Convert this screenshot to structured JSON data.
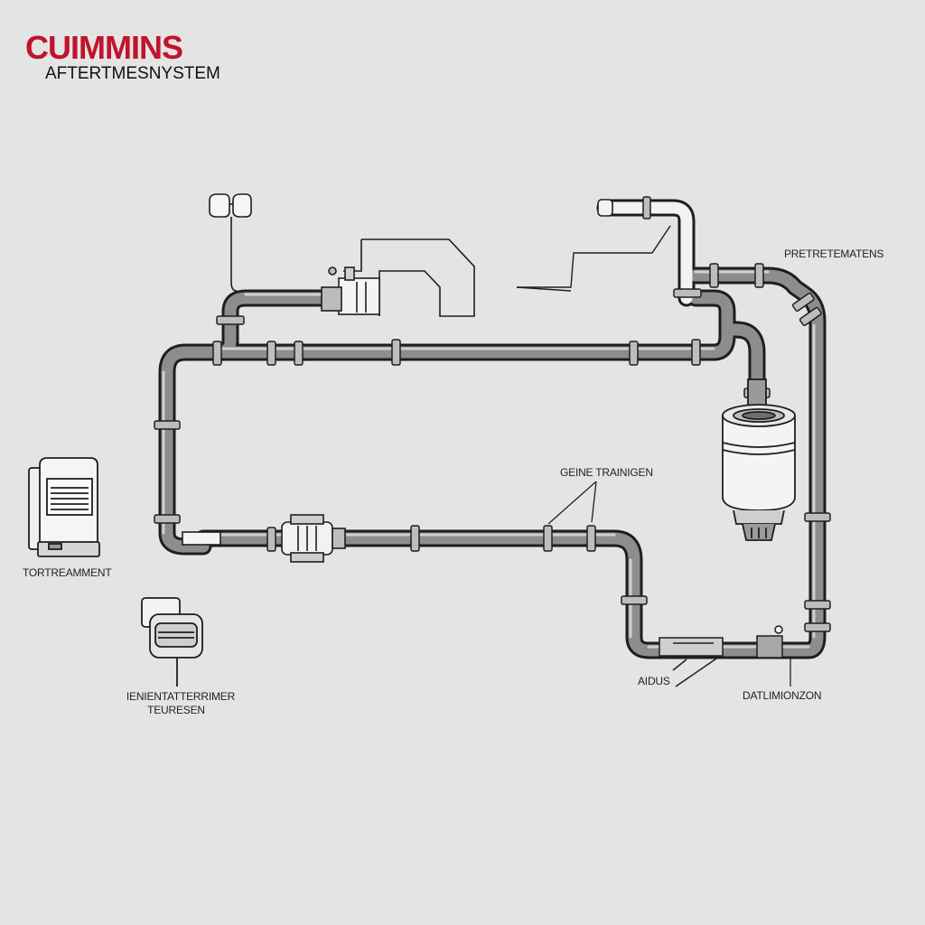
{
  "brand": {
    "title": "CUIMMINS",
    "subtitle": "AFTERTMESNYSTEM",
    "color": "#c0142b"
  },
  "labels": {
    "pretreatment": "PRETRETEMATENS",
    "geine_training": "GEINE TRAINIGEN",
    "treatment": "TORTREAMMENT",
    "enientat_line1": "IENIENTATTERRIMER",
    "enientat_line2": "TEURESEN",
    "aidus": "AIDUS",
    "datlimionzon": "DATLIMIONZON"
  },
  "icons": [
    "pressure-gauge-icon",
    "turbocharger-icon",
    "filter-canister-icon",
    "control-module-icon",
    "dosing-unit-icon",
    "catalyst-icon"
  ],
  "colors": {
    "background": "#e4e4e4",
    "pipe_fill": "#8c8c8c",
    "pipe_stroke": "#1e1e1e",
    "line": "#222222"
  }
}
